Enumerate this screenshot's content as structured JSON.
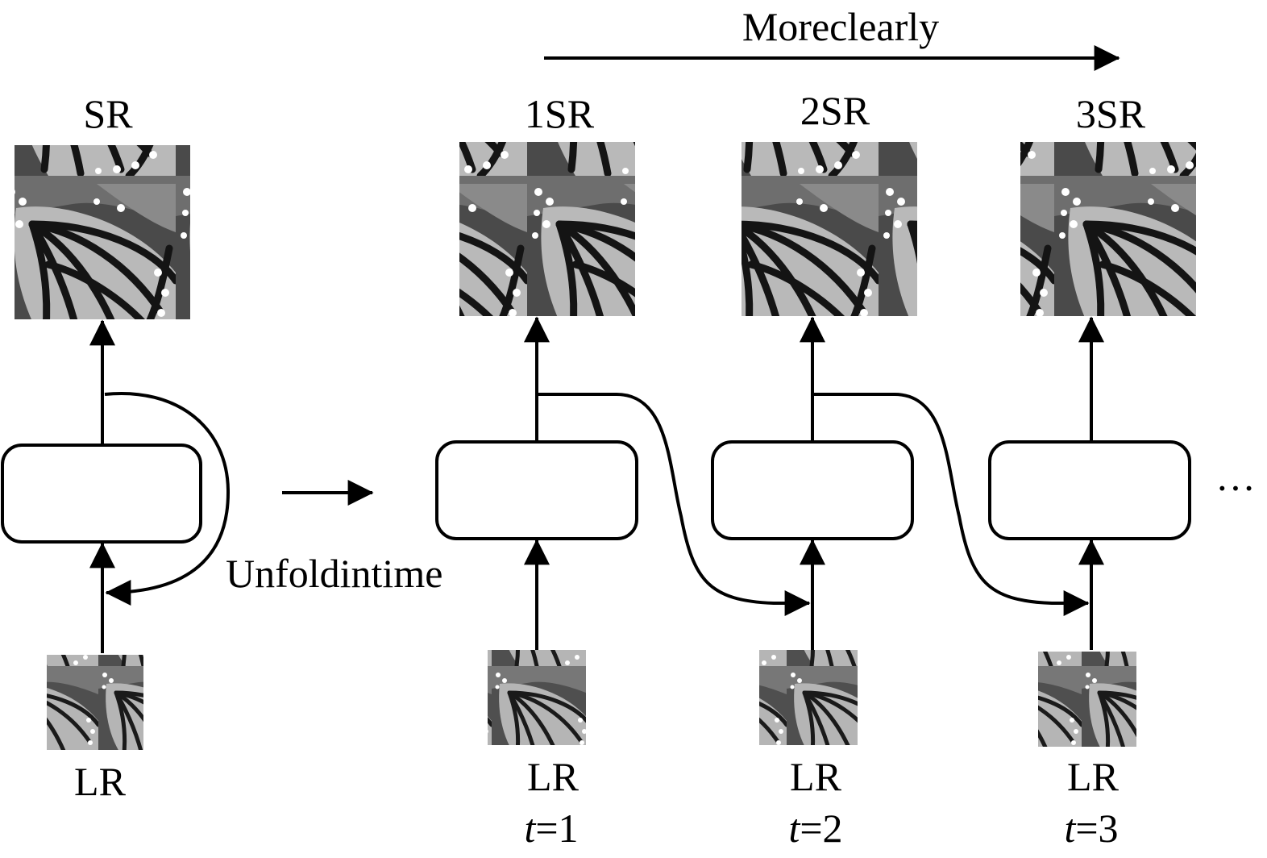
{
  "top_arrow_label": "Moreclearly",
  "unfold_label": "Unfoldintime",
  "ellipsis": "···",
  "left": {
    "sr_label": "SR",
    "lr_label": "LR"
  },
  "steps": [
    {
      "sr_label": "1SR",
      "lr_label": "LR",
      "t_var": "t",
      "t_eq": "=1"
    },
    {
      "sr_label": "2SR",
      "lr_label": "LR",
      "t_var": "t",
      "t_eq": "=2"
    },
    {
      "sr_label": "3SR",
      "lr_label": "LR",
      "t_var": "t",
      "t_eq": "=3"
    }
  ],
  "colors": {
    "stroke": "#000000",
    "background": "#ffffff"
  }
}
